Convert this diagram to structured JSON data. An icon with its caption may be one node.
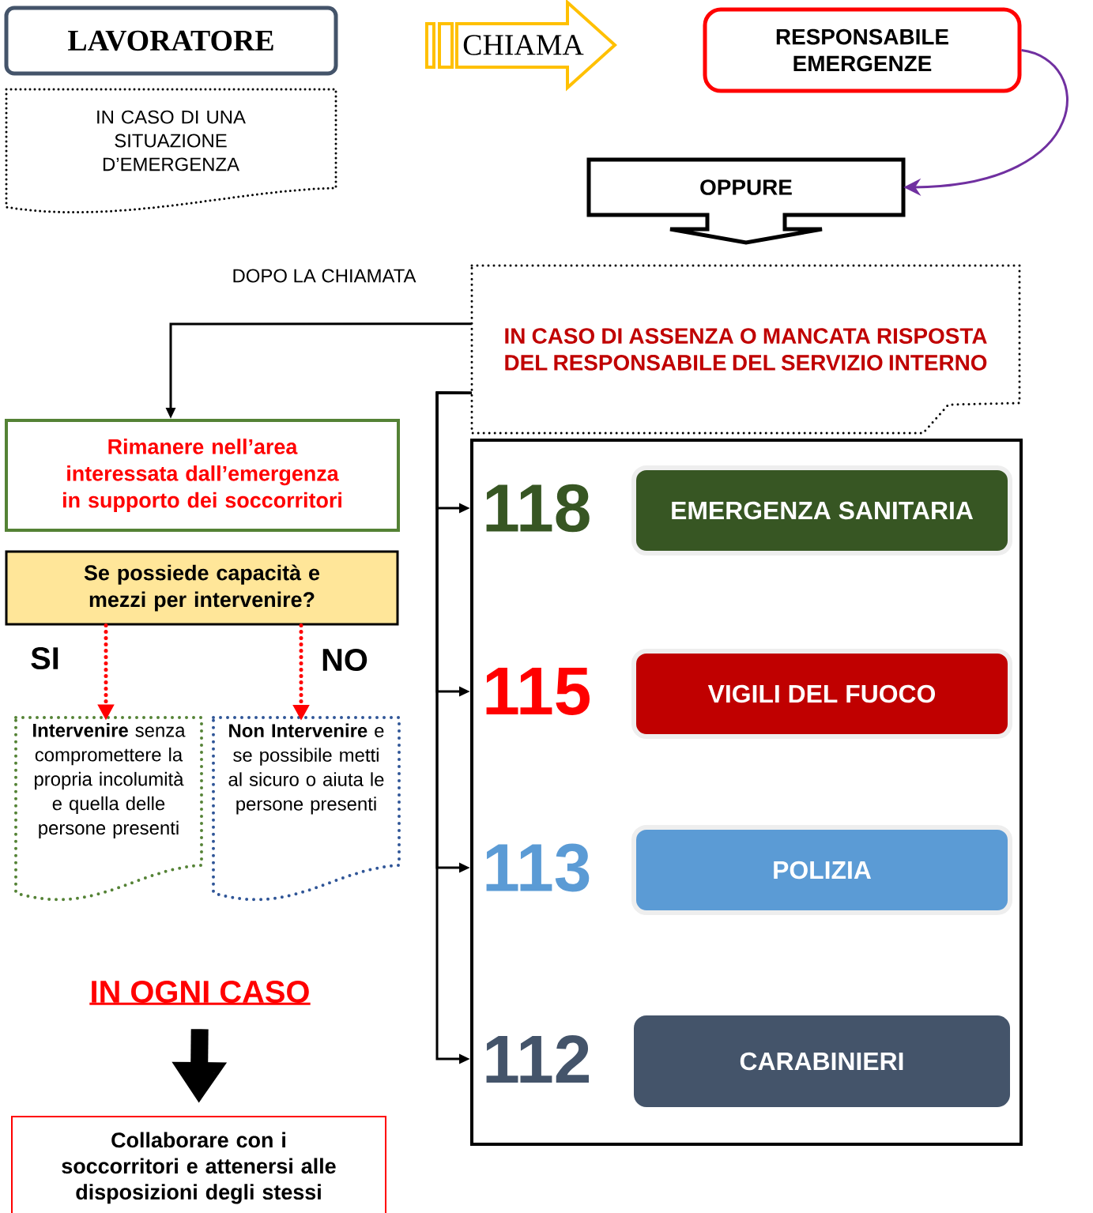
{
  "diagram": {
    "nodes": [
      {
        "text": [
          "LAVORATORE"
        ]
      },
      {
        "text": [
          "IN CASO DI UNA SITUAZIONE D’EMERGENZA"
        ]
      },
      {
        "text": [
          "CHIAMA"
        ]
      },
      {
        "text": [
          "RESPONSABILE EMERGENZE"
        ]
      },
      {
        "text": [
          "OPPURE"
        ]
      },
      {
        "text": [
          "IN CASO DI ASSENZA O MANCATA RISPOSTA DEL RESPONSABILE DEL SERVIZIO INTERNO"
        ]
      },
      {
        "text": [
          "Rimanere nell’area interessata dall’emergenza in supporto dei soccorritori"
        ]
      },
      {
        "text": [
          "Se possiede capacità e mezzi per intervenire?"
        ]
      },
      {
        "text": [
          "**Intervenire** senza compromettere la propria incolumità e quella delle persone presenti"
        ]
      },
      {
        "text": [
          "**Non Intervenire** e se possibile metti al sicuro o aiuta le persone presenti"
        ]
      },
      {
        "text": [
          "IN OGNI CASO"
        ]
      },
      {
        "text": [
          "Collaborare con i soccorritori e attenersi alle disposizioni degli stessi"
        ]
      },
      {
        "text": [],
        "shape": "box"
      },
      {
        "text": [
          "118"
        ],
        "in": 12
      },
      {
        "text": [
          "EMERGENZA SANITARIA"
        ],
        "in": 12
      },
      {
        "text": [
          "115"
        ],
        "in": 12
      },
      {
        "text": [
          "VIGILI DEL FUOCO"
        ],
        "in": 12
      },
      {
        "text": [
          "113"
        ],
        "in": 12
      },
      {
        "text": [
          "POLIZIA"
        ],
        "in": 12
      },
      {
        "text": [
          "112"
        ],
        "in": 12
      },
      {
        "text": [
          "CARABINIERI"
        ],
        "in": 12
      }
    ],
    "edges": [
      {
        "from": 3,
        "to": 4,
        "arrow": "to",
        "color": "#7030a0"
      },
      {
        "from": 5,
        "to": 6,
        "arrow": "to",
        "label": "DOPO LA CHIAMATA"
      },
      {
        "from": 7,
        "to": 8,
        "arrow": "to",
        "label": "SI",
        "style": "dashed",
        "color": "#ff0000"
      },
      {
        "from": 7,
        "to": 9,
        "arrow": "to",
        "label": "NO",
        "style": "dashed",
        "color": "#ff0000"
      },
      {
        "from": 10,
        "to": 11,
        "arrow": "to",
        "style": "thick"
      },
      {
        "from": 5,
        "to": 13,
        "arrow": "to"
      },
      {
        "from": 5,
        "to": 15,
        "arrow": "to"
      },
      {
        "from": 5,
        "to": 17,
        "arrow": "to"
      },
      {
        "from": 5,
        "to": 19,
        "arrow": "to"
      }
    ]
  }
}
